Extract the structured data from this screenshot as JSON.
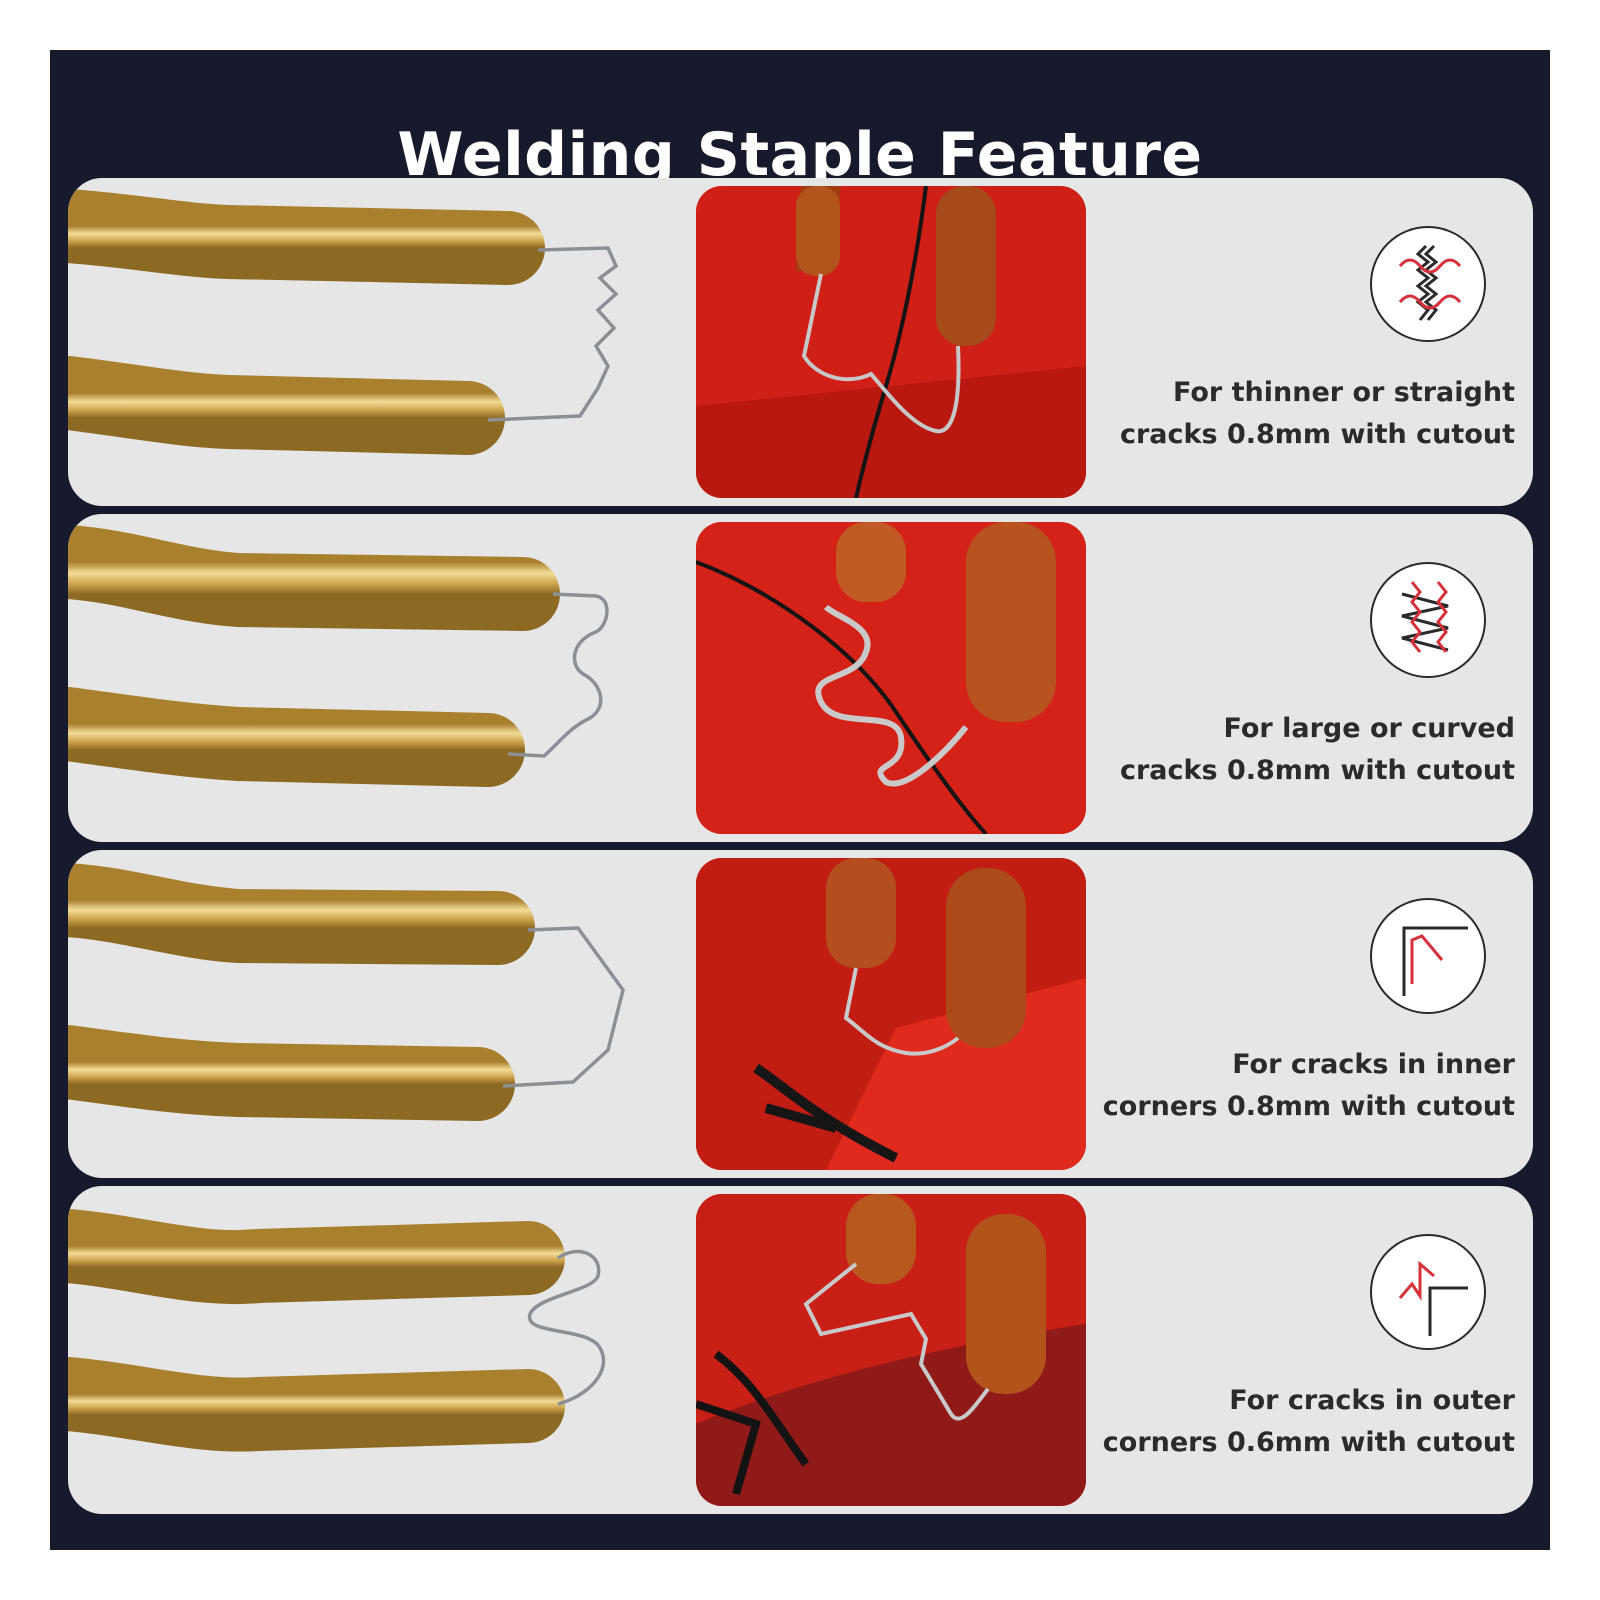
{
  "title": "Welding Staple Feature",
  "features": [
    {
      "line1": "For thinner or straight",
      "line2": "cracks 0.8mm with cutout",
      "icon": "wave-staple-icon",
      "staple": "flat-wave"
    },
    {
      "line1": "For large or curved",
      "line2": "cracks 0.8mm with cutout",
      "icon": "zigzag-staple-icon",
      "staple": "s-wave"
    },
    {
      "line1": "For cracks in inner",
      "line2": "corners 0.8mm with cutout",
      "icon": "inner-corner-icon",
      "staple": "v-shape"
    },
    {
      "line1": "For cracks in outer",
      "line2": "corners 0.6mm with cutout",
      "icon": "outer-corner-icon",
      "staple": "m-shape"
    }
  ],
  "colors": {
    "background": "#161a2c",
    "card": "#e6e6e6",
    "brass": "#d9b45a",
    "red": "#cf1f17",
    "accent": "#d6303a"
  }
}
